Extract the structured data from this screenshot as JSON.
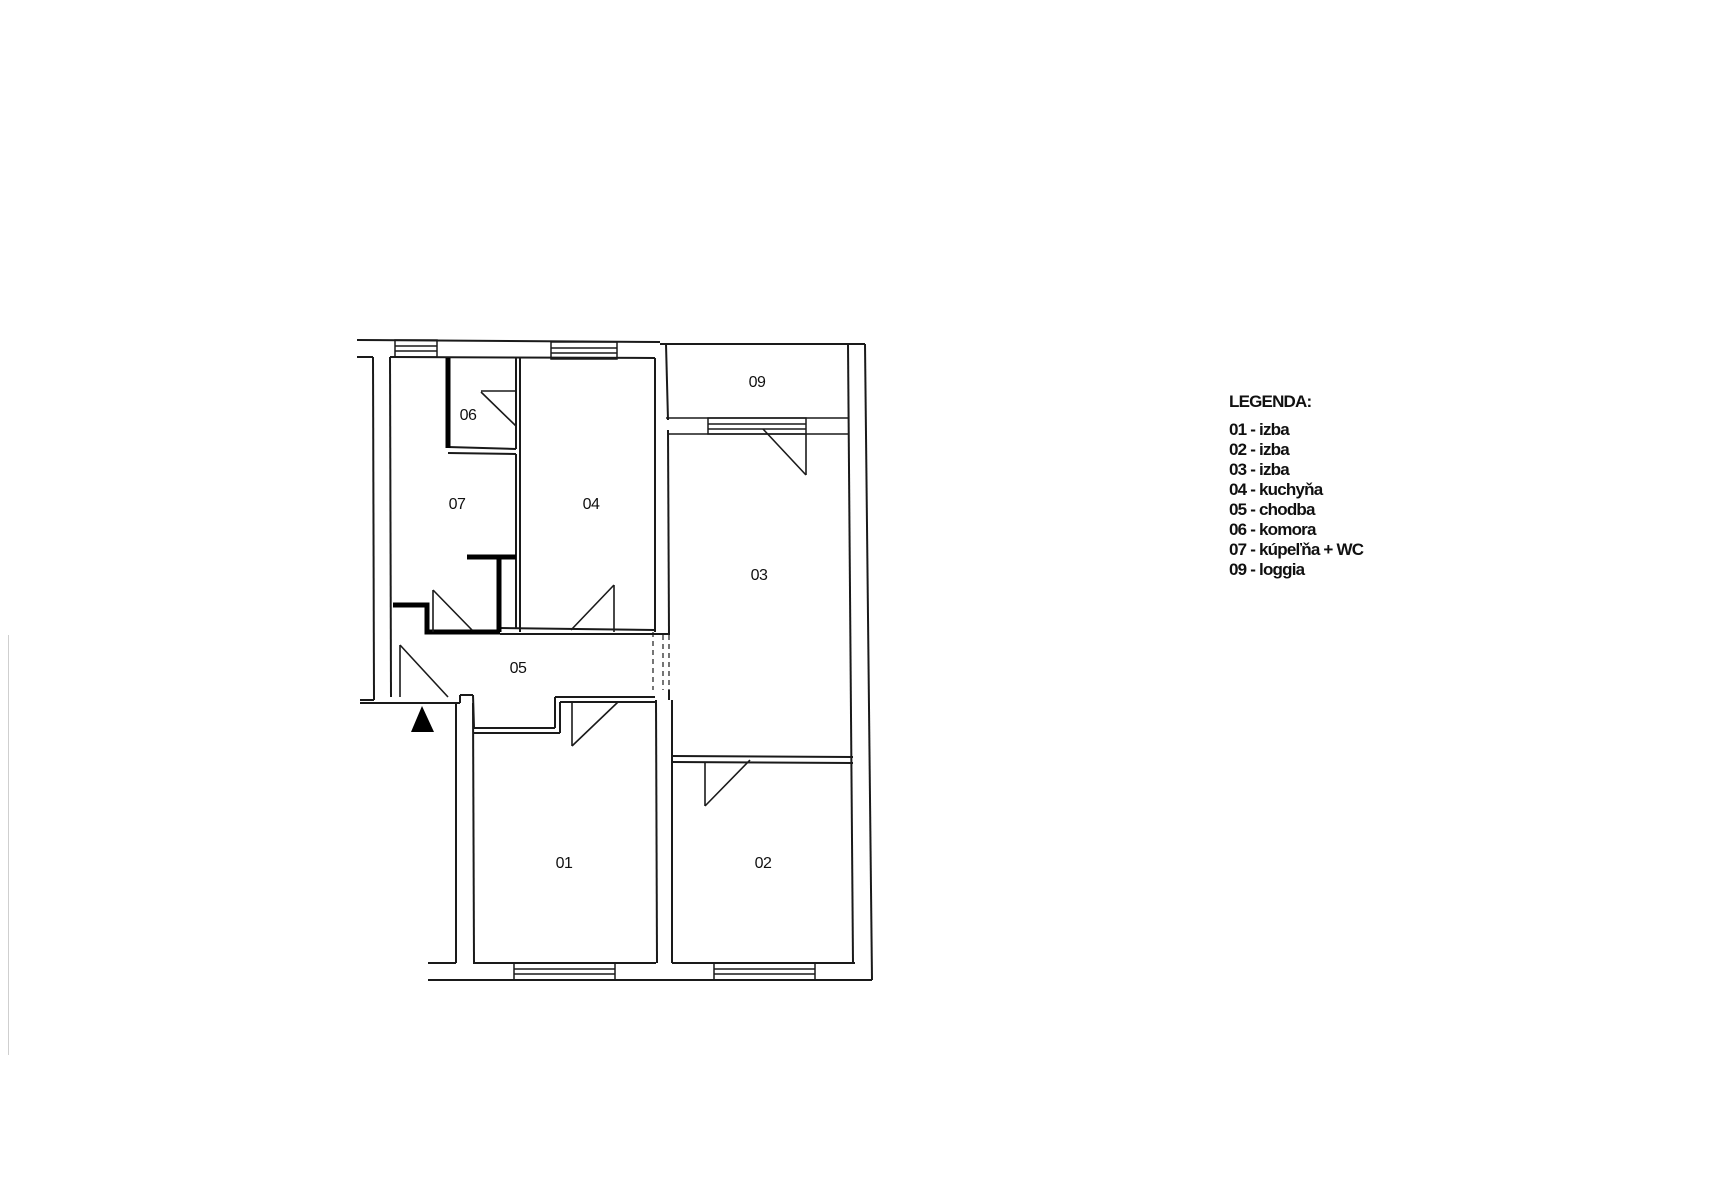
{
  "legend": {
    "title": "LEGENDA:",
    "items": [
      {
        "code": "01",
        "name": "izba",
        "label": "01 - izba"
      },
      {
        "code": "02",
        "name": "izba",
        "label": "02 - izba"
      },
      {
        "code": "03",
        "name": "izba",
        "label": "03 - izba"
      },
      {
        "code": "04",
        "name": "kuchyňa",
        "label": "04 - kuchyňa"
      },
      {
        "code": "05",
        "name": "chodba",
        "label": "05 - chodba"
      },
      {
        "code": "06",
        "name": "komora",
        "label": "06 - komora"
      },
      {
        "code": "07",
        "name": "kúpeľňa + WC",
        "label": "07 - kúpeľňa + WC"
      },
      {
        "code": "09",
        "name": "loggia",
        "label": "09 - loggia"
      }
    ]
  },
  "rooms": {
    "r01": "01",
    "r02": "02",
    "r03": "03",
    "r04": "04",
    "r05": "05",
    "r06": "06",
    "r07": "07",
    "r09": "09"
  },
  "symbols": {
    "entrance": "entrance-arrow"
  },
  "colors": {
    "line": "#1a1a1a",
    "background": "#ffffff"
  }
}
